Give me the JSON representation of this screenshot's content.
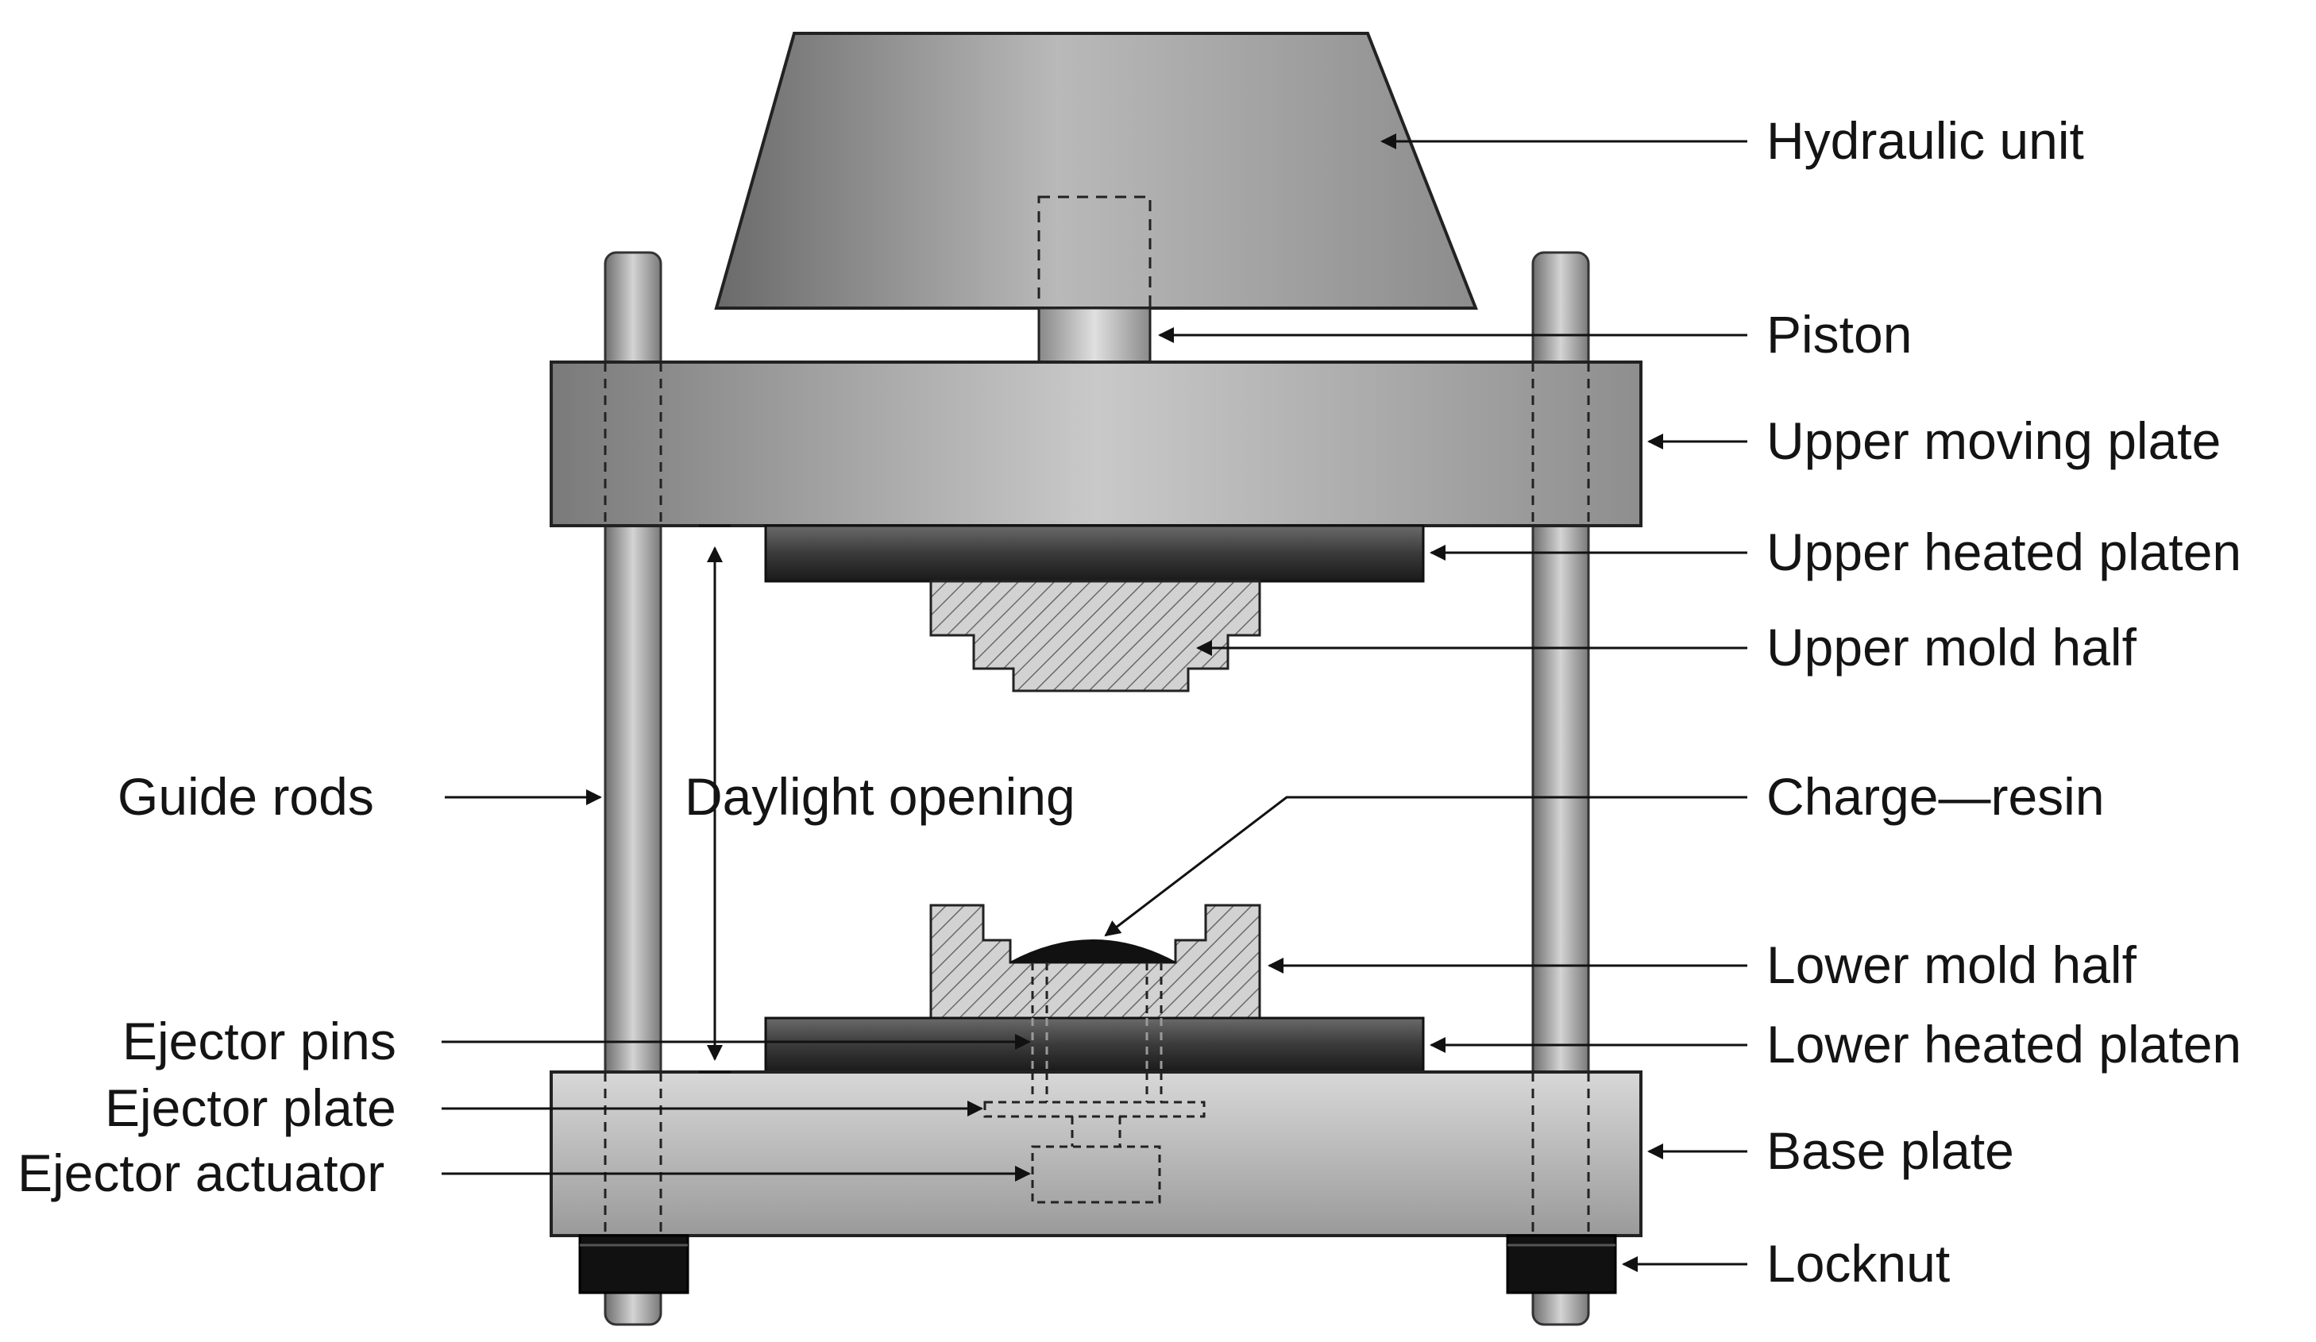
{
  "diagram": {
    "labels": {
      "hydraulic_unit": "Hydraulic unit",
      "piston": "Piston",
      "upper_moving_plate": "Upper moving plate",
      "upper_heated_platen": "Upper heated platen",
      "upper_mold_half": "Upper mold half",
      "charge_resin": "Charge—resin",
      "lower_mold_half": "Lower mold half",
      "lower_heated_platen": "Lower heated platen",
      "base_plate": "Base plate",
      "locknut": "Locknut",
      "guide_rods": "Guide rods",
      "daylight_opening": "Daylight opening",
      "ejector_pins": "Ejector pins",
      "ejector_plate": "Ejector plate",
      "ejector_actuator": "Ejector actuator"
    }
  }
}
